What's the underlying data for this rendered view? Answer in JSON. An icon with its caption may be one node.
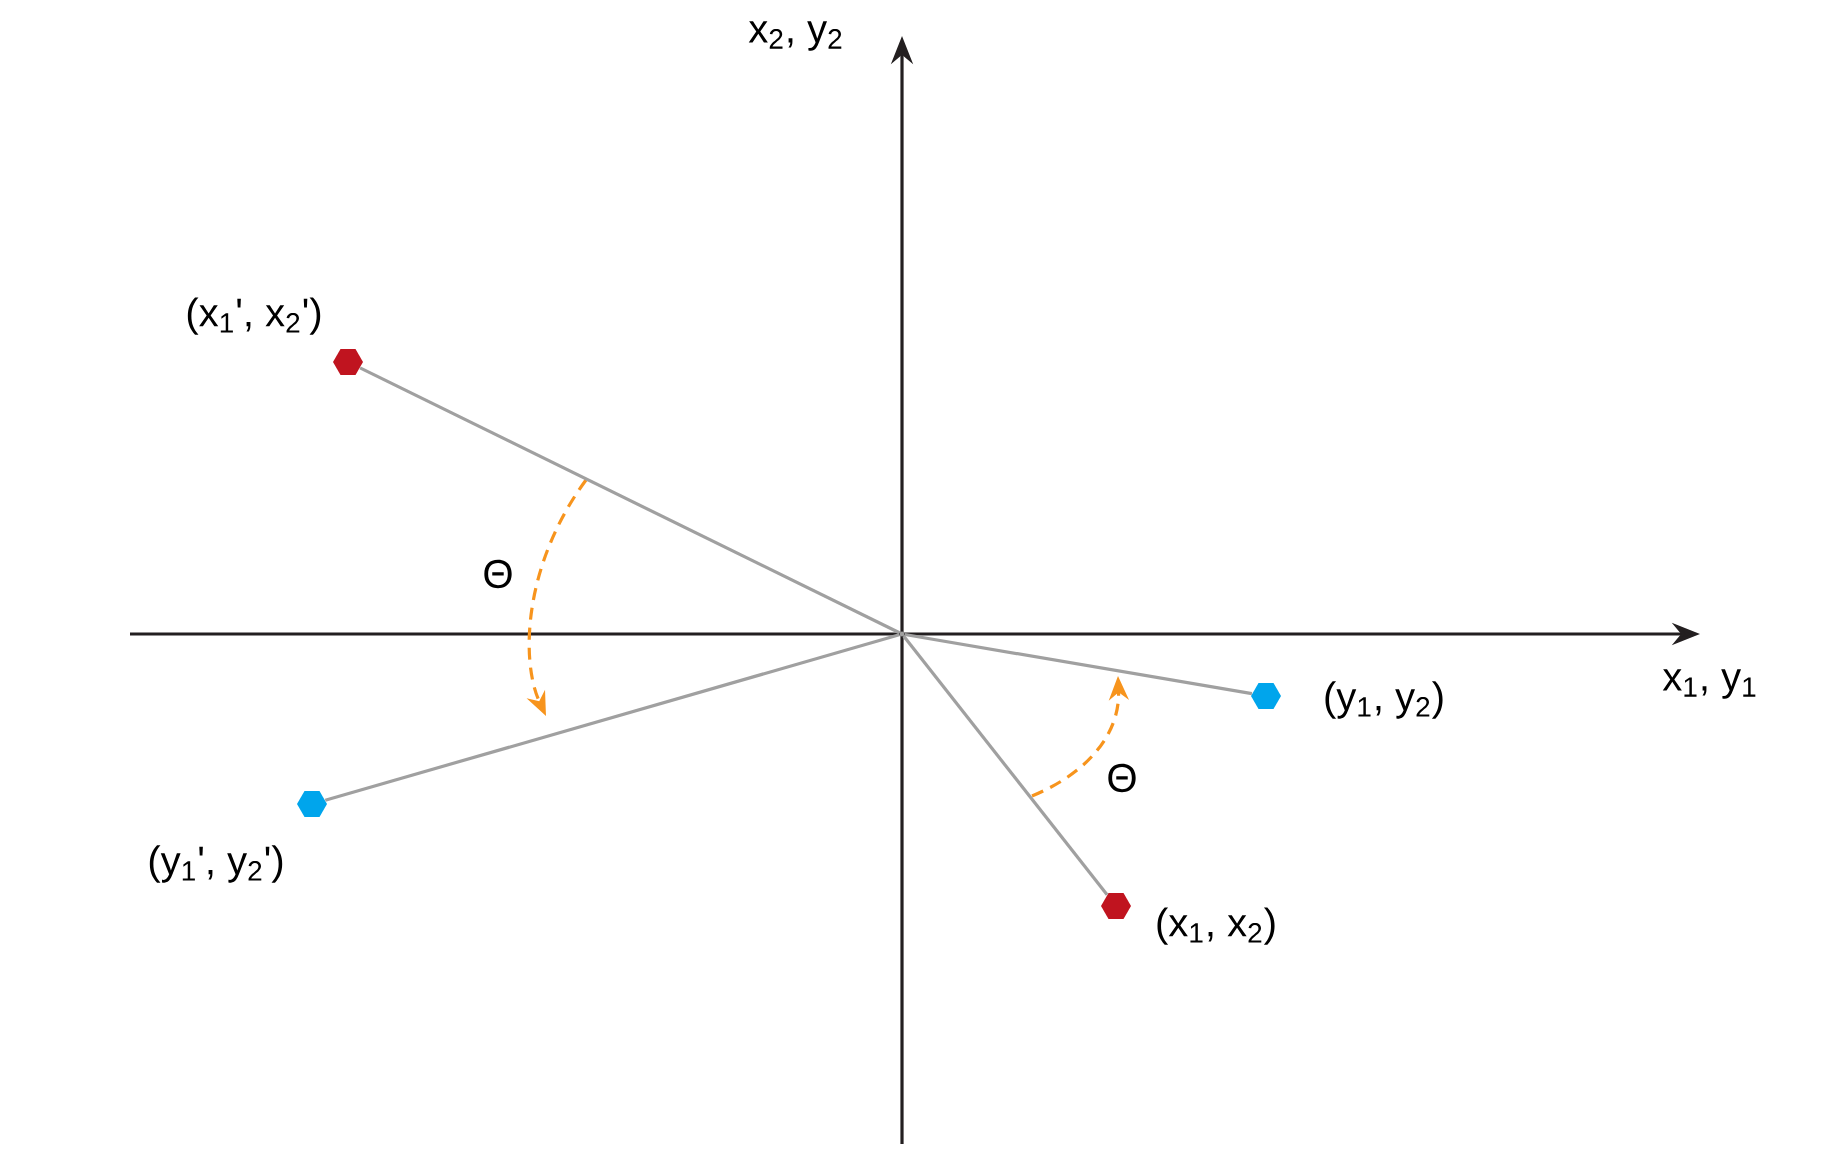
{
  "diagram": {
    "nodes": [
      {
        "text": [],
        "shape": "hexagon",
        "beside": [
          "(x$_{1}$', x$_{2}$')"
        ]
      },
      {
        "text": [],
        "shape": "hexagon",
        "beside": [
          "(y$_{1}$', y$_{2}$')"
        ]
      },
      {
        "text": [],
        "shape": "hexagon",
        "beside": [
          "(y$_{1}$, y$_{2}$)"
        ]
      },
      {
        "text": [],
        "shape": "hexagon",
        "beside": [
          "(x$_{1}$, x$_{2}$)"
        ]
      },
      {
        "text": [],
        "shape": "point"
      }
    ],
    "edges": [
      {
        "from": 4,
        "to": 0,
        "arrow": "none"
      },
      {
        "from": 4,
        "to": 1,
        "arrow": "none"
      },
      {
        "from": 4,
        "to": 2,
        "arrow": "none"
      },
      {
        "from": 4,
        "to": 3,
        "arrow": "none"
      }
    ],
    "labels": [
      "x$_{2}$, y$_{2}$",
      "Θ",
      "x$_{1}$, y$_{1}$",
      "Θ"
    ]
  }
}
